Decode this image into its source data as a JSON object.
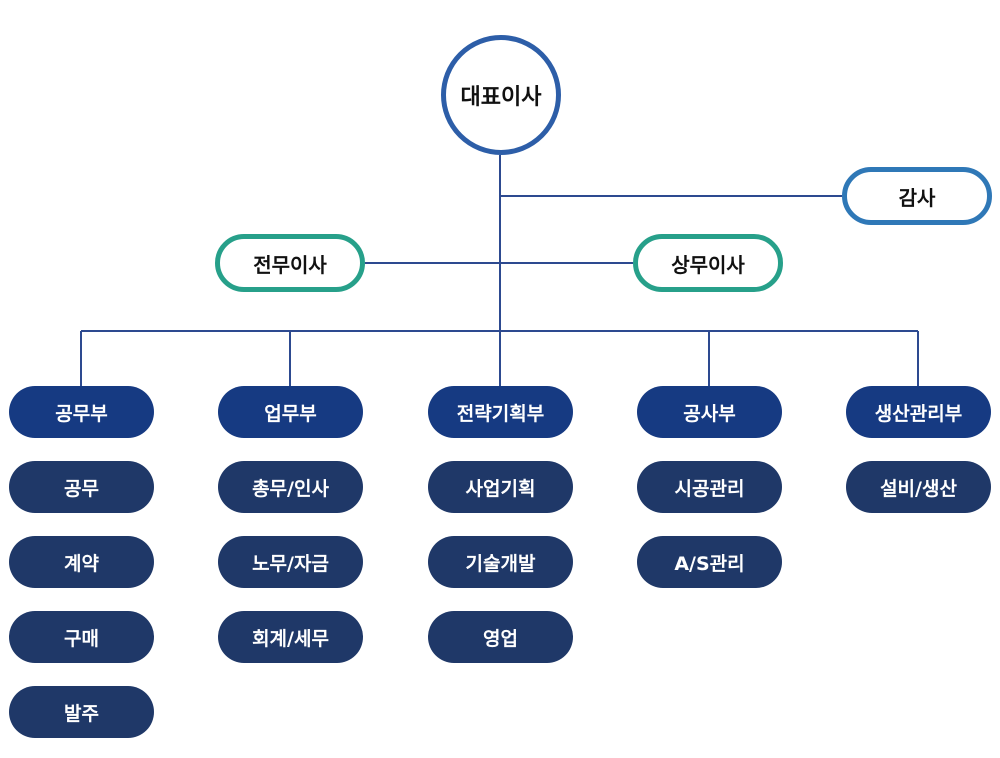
{
  "ceo": "대표이사",
  "audit": "감사",
  "executives": [
    "전무이사",
    "상무이사"
  ],
  "departments": [
    {
      "name": "공무부",
      "teams": [
        "공무",
        "계약",
        "구매",
        "발주"
      ]
    },
    {
      "name": "업무부",
      "teams": [
        "총무/인사",
        "노무/자금",
        "회계/세무"
      ]
    },
    {
      "name": "전략기획부",
      "teams": [
        "사업기획",
        "기술개발",
        "영업"
      ]
    },
    {
      "name": "공사부",
      "teams": [
        "시공관리",
        "A/S관리"
      ]
    },
    {
      "name": "생산관리부",
      "teams": [
        "설비/생산"
      ]
    }
  ],
  "colors": {
    "ceo_border": "#2d5ea8",
    "audit_border": "#2f78b7",
    "exec_border": "#27a08a",
    "dept_fill": "#163a82",
    "team_fill": "#1f3868",
    "line": "#2d4a90"
  }
}
